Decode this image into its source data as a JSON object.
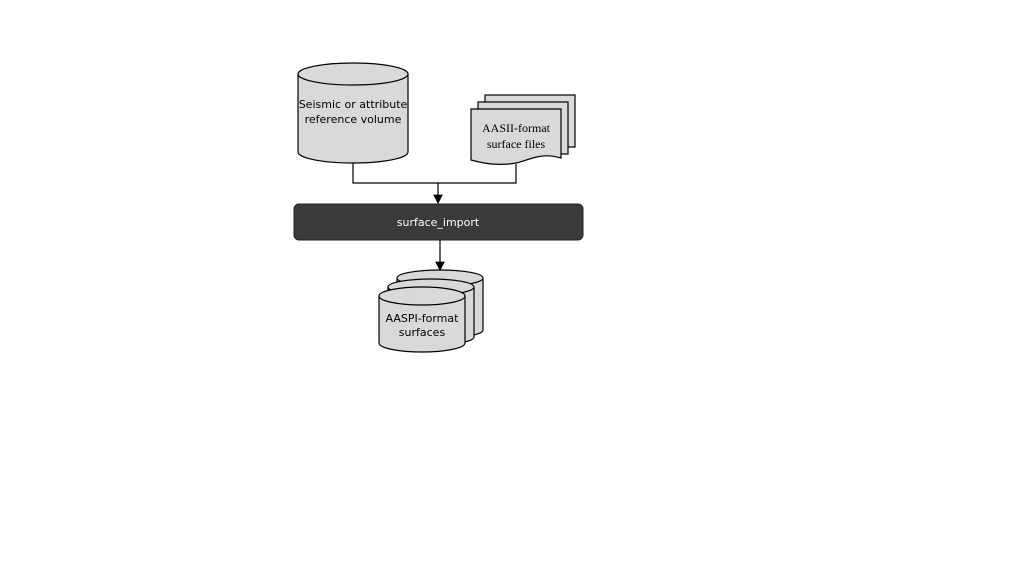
{
  "diagram": {
    "input_volume": {
      "line1": "Seismic or attribute",
      "line2": "reference volume"
    },
    "input_files": {
      "line1": "AASII-format",
      "line2": "surface files"
    },
    "process": {
      "label": "surface_import"
    },
    "output": {
      "line1": "AASPI-format",
      "line2": "surfaces"
    }
  },
  "colors": {
    "process_fill": "#3a3a3a",
    "shape_fill": "#d9d9d9",
    "process_text": "#ffffff"
  }
}
